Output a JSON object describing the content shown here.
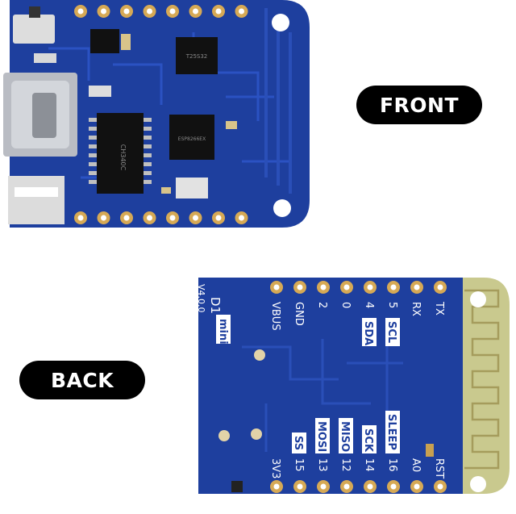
{
  "labels": {
    "front": "FRONT",
    "back": "BACK"
  },
  "front_board": {
    "chips": {
      "voltage_regulator": "T25S32",
      "usb_uart": "CH340C",
      "mcu": "ESP8266EX"
    }
  },
  "back_board": {
    "title_lines": [
      "D1",
      "mini",
      "V4.0.0"
    ],
    "top_pins": [
      "VBUS",
      "GND",
      "2",
      "0",
      "4",
      "5",
      "RX",
      "TX"
    ],
    "top_function_labels": [
      "SDA",
      "SCL"
    ],
    "bottom_pins": [
      "3V3",
      "15",
      "13",
      "12",
      "14",
      "16",
      "A0",
      "RST"
    ],
    "bottom_function_labels": [
      "SS",
      "MOSI",
      "MISO",
      "SCK",
      "SLEEP"
    ]
  },
  "colors": {
    "pcb_blue": "#1e3f9e",
    "pcb_dark": "#162f7c",
    "pad_gold": "#d6a955",
    "antenna_yellow": "#c9c98e",
    "label_black": "#000000"
  }
}
